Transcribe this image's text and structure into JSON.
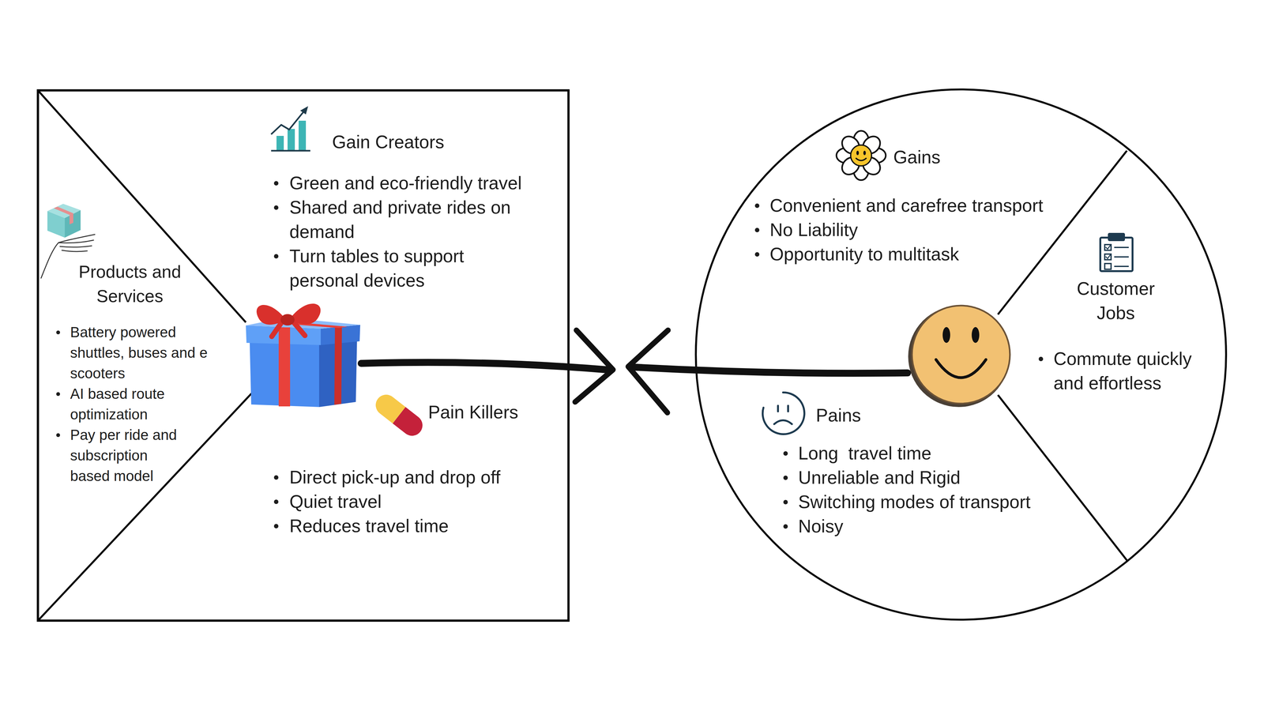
{
  "diagram": {
    "nodes": [
      {
        "text": [
          "Products and Services",
          "Battery powered shuttles, buses and e scooters",
          "AI based route optimization",
          "Pay per ride and subscription based model"
        ]
      },
      {
        "text": [
          "Gain Creators",
          "Green and eco-friendly travel",
          "Shared and private rides on demand",
          "Turn tables to support personal devices"
        ]
      },
      {
        "text": [
          "Pain Killers",
          "Direct pick-up and drop off",
          "Quiet travel",
          "Reduces travel time"
        ]
      },
      {
        "text": [
          "Gains",
          "Convenient and carefree transport",
          "No Liability",
          "Opportunity to multitask"
        ]
      },
      {
        "text": [
          "Customer Jobs",
          "Commute quickly and effortless"
        ]
      },
      {
        "text": [
          "Pains",
          "Long  travel time",
          "Unreliable and Rigid",
          "Switching modes of transport",
          "Noisy"
        ]
      }
    ]
  }
}
